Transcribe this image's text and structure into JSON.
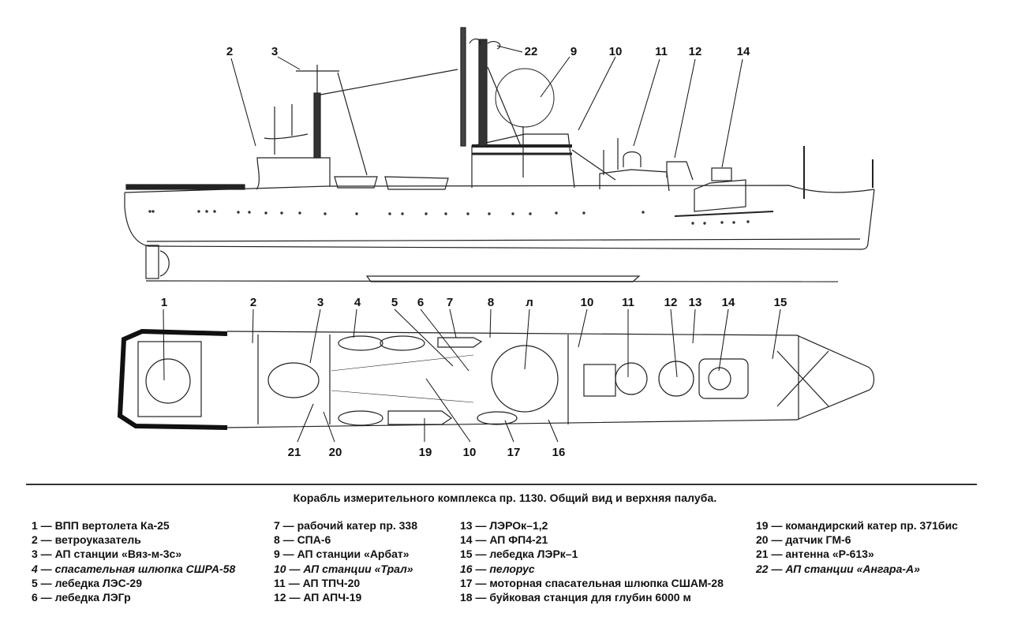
{
  "figure": {
    "caption": "Корабль измерительного комплекса пр. 1130. Общий вид и верхняя палуба.",
    "side_view_callouts": [
      "2",
      "3",
      "22",
      "9",
      "10",
      "11",
      "12",
      "14"
    ],
    "plan_view_callouts_top": [
      "1",
      "2",
      "3",
      "4",
      "5",
      "6",
      "7",
      "8",
      "л",
      "10",
      "11",
      "12",
      "13",
      "14",
      "15"
    ],
    "plan_view_callouts_bottom": [
      "21",
      "20",
      "19",
      "10",
      "17",
      "16"
    ]
  },
  "legend": {
    "columns": [
      [
        {
          "text": "1 — ВПП вертолета Ка-25",
          "italic": false
        },
        {
          "text": "2 — ветроуказатель",
          "italic": false
        },
        {
          "text": "3 — АП станции «Вяз-м-3с»",
          "italic": false
        },
        {
          "text": "4 — спасательная шлюпка СШРА-58",
          "italic": true
        },
        {
          "text": "5 — лебедка ЛЭС-29",
          "italic": false
        },
        {
          "text": "6 — лебедка ЛЭГр",
          "italic": false
        }
      ],
      [
        {
          "text": "7 — рабочий катер пр. 338",
          "italic": false
        },
        {
          "text": "8 — СПА-6",
          "italic": false
        },
        {
          "text": "9 — АП станции «Арбат»",
          "italic": false
        },
        {
          "text": "10 — АП станции «Трал»",
          "italic": true
        },
        {
          "text": "11 — АП ТПЧ-20",
          "italic": false
        },
        {
          "text": "12 — АП АПЧ-19",
          "italic": false
        }
      ],
      [
        {
          "text": "13 — ЛЭРОк–1,2",
          "italic": false
        },
        {
          "text": "14 — АП ФП4-21",
          "italic": false
        },
        {
          "text": "15 — лебедка ЛЭРк–1",
          "italic": false
        },
        {
          "text": "16 — пелорус",
          "italic": true
        },
        {
          "text": "17 — моторная спасательная шлюпка СШАМ-28",
          "italic": false
        },
        {
          "text": "18 — буйковая станция для глубин 6000 м",
          "italic": false
        }
      ],
      [
        {
          "text": "19 — командирский катер пр. 371бис",
          "italic": false
        },
        {
          "text": "20 — датчик ГМ-6",
          "italic": false
        },
        {
          "text": "21 — антенна  «Р-613»",
          "italic": false
        },
        {
          "text": "22 — АП станции «Ангара-А»",
          "italic": true
        }
      ]
    ]
  }
}
